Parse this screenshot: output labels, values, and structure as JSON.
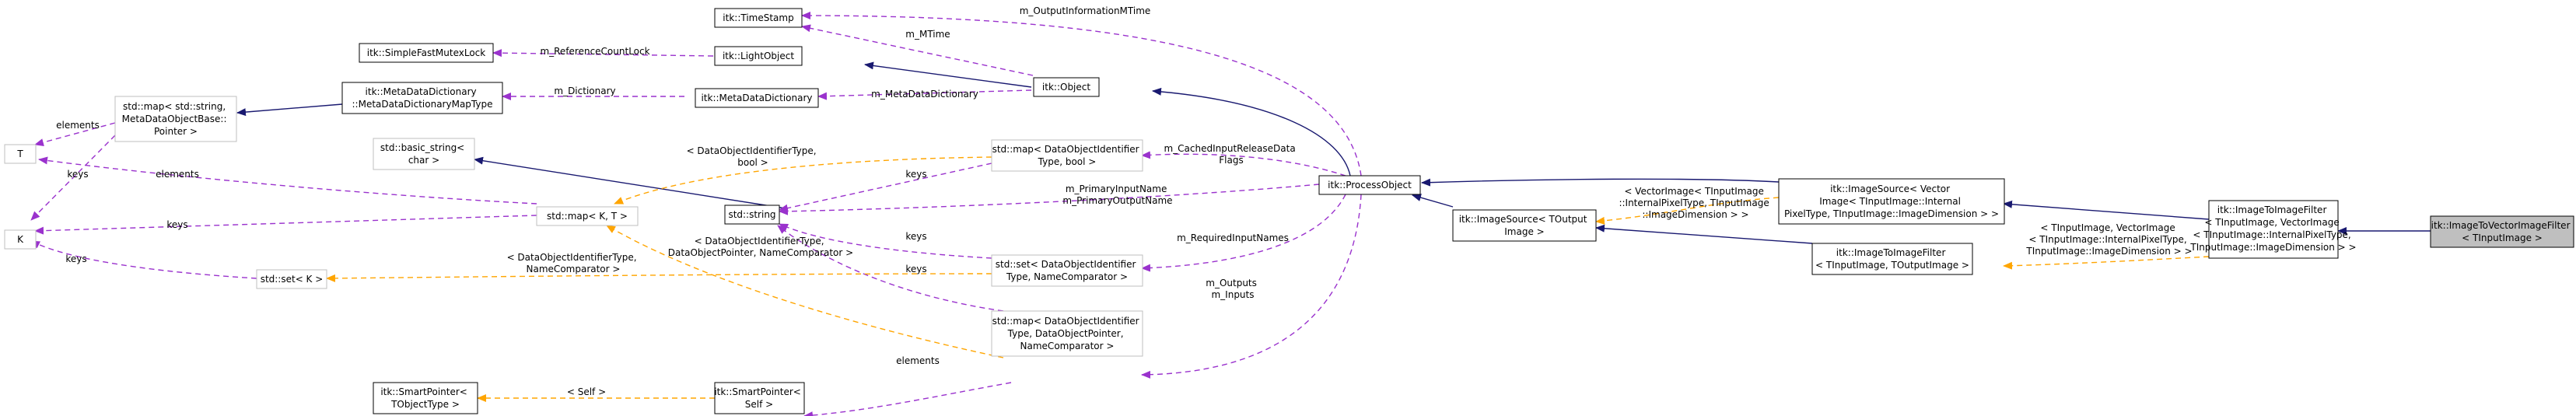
{
  "colors": {
    "inheritance": "#191970",
    "usage": "#9a32cd",
    "template_instance": "#ffa500",
    "external_border": "#bfbfbf",
    "focus_fill": "#bfbfbf"
  },
  "nodes": {
    "timestamp": [
      "itk::TimeStamp"
    ],
    "simple_fast_mutex_lock": [
      "itk::SimpleFastMutexLock"
    ],
    "light_object": [
      "itk::LightObject"
    ],
    "object": [
      "itk::Object"
    ],
    "meta_data_dictionary": [
      "itk::MetaDataDictionary"
    ],
    "map_meta_data_dictionary": [
      "itk::MetaDataDictionary",
      "::MetaDataDictionaryMapType"
    ],
    "std_map_string": [
      "std::map< std::string,",
      "MetaDataObjectBase::",
      "Pointer >"
    ],
    "t": [
      "T"
    ],
    "k": [
      "K"
    ],
    "basic_string": [
      "std::basic_string<",
      "char >"
    ],
    "std_map_kt": [
      "std::map< K, T >"
    ],
    "std_string": [
      "std::string"
    ],
    "std_set_k": [
      "std::set< K >"
    ],
    "smart_pointer_tobject": [
      "itk::SmartPointer<",
      "TObjectType >"
    ],
    "smart_pointer_self": [
      "itk::SmartPointer<",
      "Self >"
    ],
    "map_bool": [
      "std::map< DataObjectIdentifier",
      "Type, bool >"
    ],
    "set_identifier": [
      "std::set< DataObjectIdentifier",
      "Type, NameComparator >"
    ],
    "map_pointer": [
      "std::map< DataObjectIdentifier",
      "Type, DataObjectPointer,",
      "NameComparator >"
    ],
    "process_object": [
      "itk::ProcessObject"
    ],
    "image_source_output": [
      "itk::ImageSource< TOutput",
      "Image >"
    ],
    "image_to_image_filter": [
      "itk::ImageToImageFilter",
      "< TInputImage, TOutputImage >"
    ],
    "image_source_vector": [
      "itk::ImageSource< Vector",
      "Image< TInputImage::Internal",
      "PixelType, TInputImage::ImageDimension > >"
    ],
    "image_to_image_filter_vector": [
      "itk::ImageToImageFilter",
      "< TInputImage, VectorImage",
      "< TInputImage::InternalPixelType,",
      "TInputImage::ImageDimension > >"
    ],
    "image_to_vector_image_filter": [
      "itk::ImageToVectorImageFilter",
      "< TInputImage >"
    ]
  },
  "edge_labels": {
    "m_output_information_mtime": [
      "m_OutputInformationMTime"
    ],
    "m_mtime": [
      "m_MTime"
    ],
    "m_reference_count_lock": [
      "m_ReferenceCountLock"
    ],
    "m_dictionary": [
      "m_Dictionary"
    ],
    "m_meta_data_dictionary": [
      "m_MetaDataDictionary"
    ],
    "elements_t": [
      "elements"
    ],
    "keys_k_map": [
      "keys"
    ],
    "elements_kt": [
      "elements"
    ],
    "keys_kt": [
      "keys"
    ],
    "keys_k_set": [
      "keys"
    ],
    "tmpl_map_bool": [
      "< DataObjectIdentifierType,",
      "bool >"
    ],
    "keys_map_bool": [
      "keys"
    ],
    "m_cached_input_release_data_flags": [
      "m_CachedInputReleaseData",
      "Flags"
    ],
    "m_primary_names": [
      "m_PrimaryInputName",
      "m_PrimaryOutputName"
    ],
    "keys_set": [
      "keys"
    ],
    "keys_map_pointer": [
      "keys"
    ],
    "m_required_input_names": [
      "m_RequiredInputNames"
    ],
    "tmpl_set": [
      "< DataObjectIdentifierType,",
      "NameComparator >"
    ],
    "tmpl_map_pointer": [
      "< DataObjectIdentifierType,",
      "DataObjectPointer, NameComparator >"
    ],
    "m_outputs_inputs": [
      "m_Outputs",
      "m_Inputs"
    ],
    "elements_sp": [
      "elements"
    ],
    "tmpl_self": [
      "< Self >"
    ],
    "tmpl_vector_image": [
      "< VectorImage< TInputImage",
      "::InternalPixelType, TInputImage",
      "::ImageDimension > >"
    ],
    "tmpl_filter_vector": [
      "< TInputImage, VectorImage",
      "< TInputImage::InternalPixelType,",
      "TInputImage::ImageDimension > >"
    ]
  }
}
